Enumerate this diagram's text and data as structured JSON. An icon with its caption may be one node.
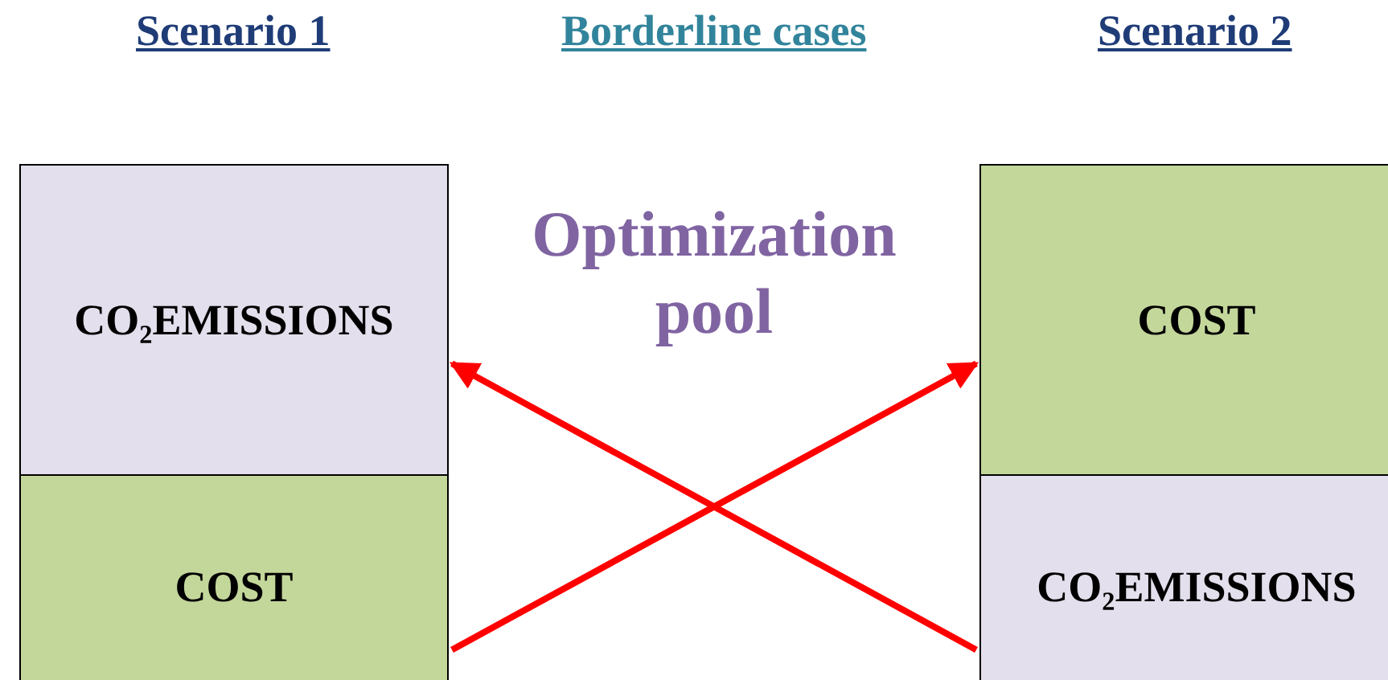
{
  "diagram": {
    "nodes": [
      {
        "text": [
          "CO₂EMISSIONS"
        ]
      },
      {
        "text": [
          "COST"
        ]
      },
      {
        "text": [
          "COST"
        ]
      },
      {
        "text": [
          "CO₂EMISSIONS"
        ]
      }
    ],
    "edges": [
      {
        "from": 1,
        "to": 2,
        "arrow": "to",
        "color": "#ff0000"
      },
      {
        "from": 3,
        "to": 0,
        "arrow": "to",
        "color": "#ff0000"
      }
    ],
    "labels": [
      "Scenario 1",
      "Borderline cases",
      "Scenario 2",
      "Optimization pool"
    ]
  }
}
